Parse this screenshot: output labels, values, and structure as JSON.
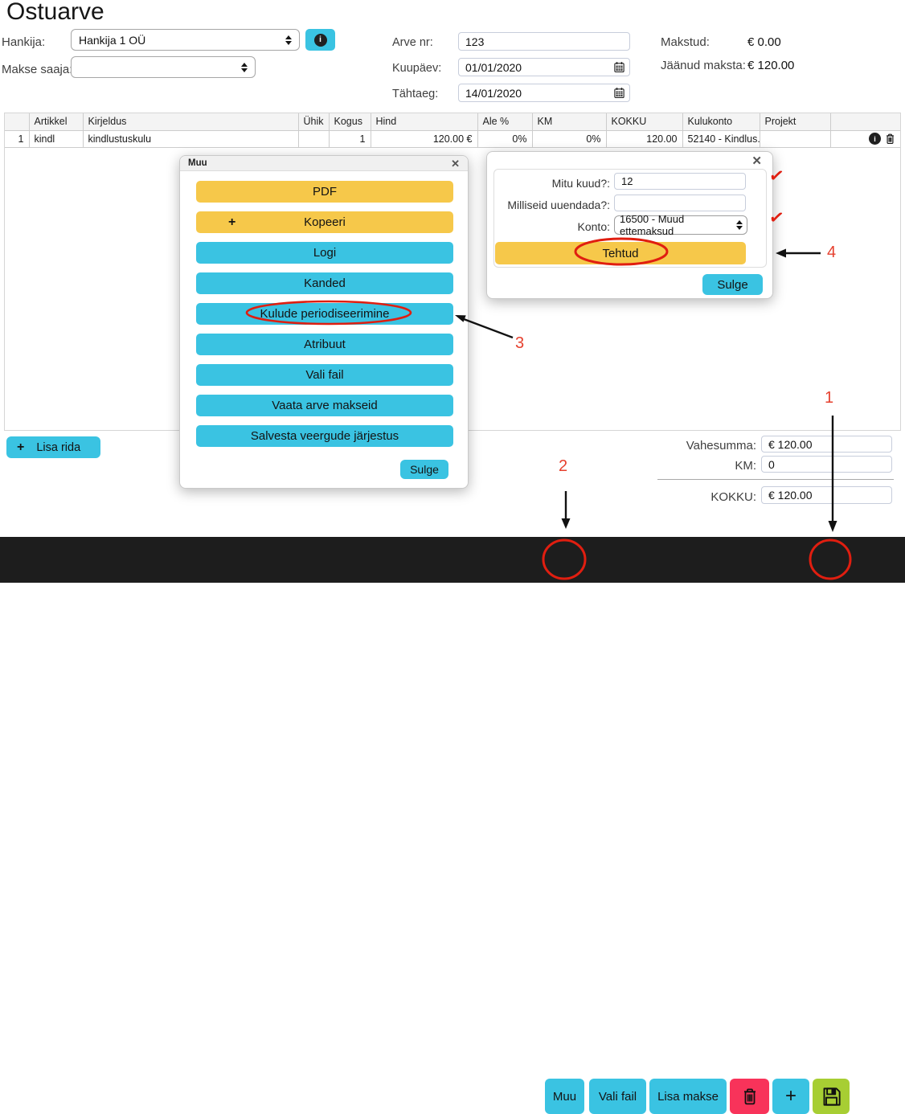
{
  "page": {
    "title": "Ostuarve"
  },
  "header": {
    "hankija_label": "Hankija:",
    "hankija_value": "Hankija 1 OÜ",
    "makse_saaja_label": "Makse saaja:",
    "makse_saaja_value": "",
    "arve_nr_label": "Arve nr:",
    "arve_nr_value": "123",
    "kuupaev_label": "Kuupäev:",
    "kuupaev_value": "01/01/2020",
    "tahtaeg_label": "Tähtaeg:",
    "tahtaeg_value": "14/01/2020",
    "makstud_label": "Makstud:",
    "makstud_value": "€ 0.00",
    "jaanud_label": "Jäänud maksta:",
    "jaanud_value": "€ 120.00"
  },
  "icons": {
    "info": "i"
  },
  "table": {
    "columns": [
      "",
      "Artikkel",
      "Kirjeldus",
      "Ühik",
      "Kogus",
      "Hind",
      "Ale %",
      "KM",
      "KOKKU",
      "Kulukonto",
      "Projekt",
      ""
    ],
    "rows": [
      [
        "1",
        "kindl",
        "kindlustuskulu",
        "",
        "1",
        "120.00 €",
        "0%",
        "0%",
        "120.00",
        "52140 - Kindlus...",
        "",
        ""
      ]
    ]
  },
  "actions": {
    "lisa_rida_plus": "+",
    "lisa_rida": "Lisa rida"
  },
  "totals": {
    "vahesumma_label": "Vahesumma:",
    "vahesumma_value": "€ 120.00",
    "km_label": "KM:",
    "km_value": "0",
    "kokku_label": "KOKKU:",
    "kokku_value": "€ 120.00"
  },
  "muu_modal": {
    "title": "Muu",
    "close": "✕",
    "kopeeri_plus": "+",
    "buttons": [
      {
        "label": "PDF"
      },
      {
        "label": "Kopeeri"
      },
      {
        "label": "Logi"
      },
      {
        "label": "Kanded"
      },
      {
        "label": "Kulude periodiseerimine"
      },
      {
        "label": "Atribuut"
      },
      {
        "label": "Vali fail"
      },
      {
        "label": "Vaata arve makseid"
      },
      {
        "label": "Salvesta veergude järjestus"
      }
    ],
    "sulge": "Sulge"
  },
  "period_modal": {
    "close": "✕",
    "mitu_kuud_label": "Mitu kuud?:",
    "mitu_kuud_value": "12",
    "milliseid_label": "Milliseid uuendada?:",
    "milliseid_value": "",
    "konto_label": "Konto:",
    "konto_value": "16500 - Muud ettemaksud",
    "tehtud": "Tehtud",
    "sulge": "Sulge"
  },
  "bottom_bar": {
    "muu": "Muu",
    "vali_fail": "Vali fail",
    "lisa_makse": "Lisa makse",
    "plus": "+"
  },
  "annotations": {
    "n1": "1",
    "n2": "2",
    "n3": "3",
    "n4": "4",
    "check": "✓"
  },
  "colors": {
    "cyan": "#3ac3e2",
    "yellow": "#f6c84a",
    "red_button": "#f8335a",
    "green_save": "#a7ce33",
    "bar_black": "#1d1d1d",
    "annotation_red": "#e01e10"
  }
}
